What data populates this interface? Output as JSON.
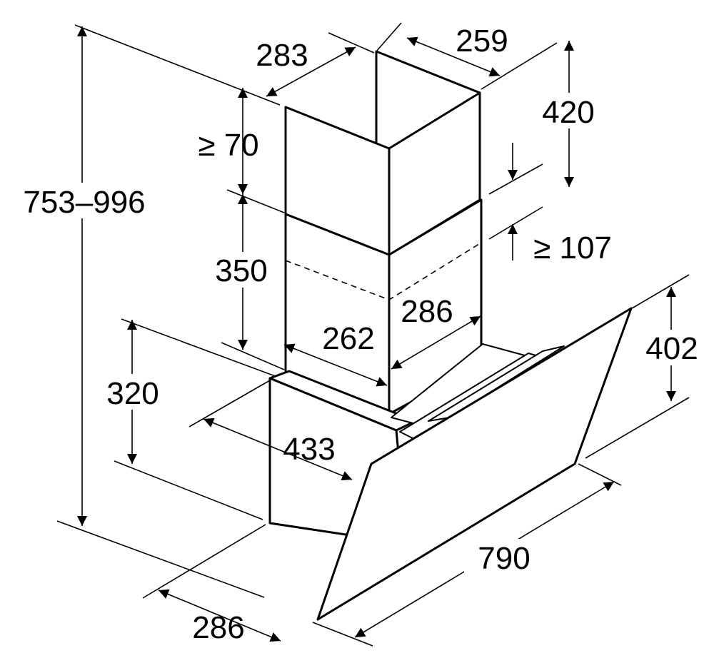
{
  "dimensions": {
    "total_height": "753–996",
    "chimney_top_depth": "283",
    "chimney_top_width": "259",
    "upper_chimney_height": "420",
    "min_top_clearance": "≥ 70",
    "min_overlap": "≥ 107",
    "lower_chimney_height": "350",
    "chimney_inner_depth": "262",
    "chimney_inner_width": "286",
    "canopy_height": "402",
    "body_height": "320",
    "body_depth": "433",
    "base_depth": "286",
    "width": "790"
  }
}
